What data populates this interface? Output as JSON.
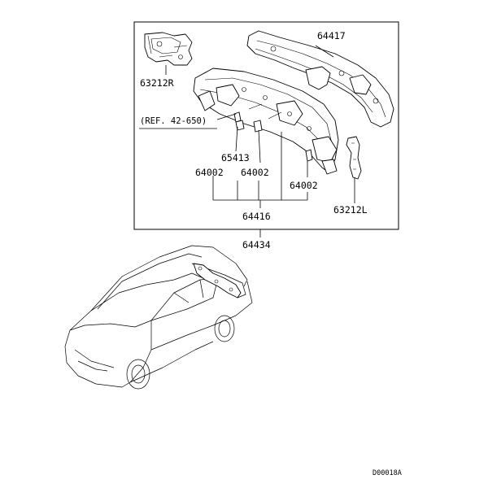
{
  "diagram": {
    "labels": {
      "p64417": "64417",
      "p63212R": "63212R",
      "ref": "(REF. 42-650)",
      "p65413": "65413",
      "p64002_a": "64002",
      "p64002_b": "64002",
      "p64002_c": "64002",
      "p63212L": "63212L",
      "p64416": "64416",
      "p64434": "64434"
    },
    "drawing_code": "D00018A"
  }
}
